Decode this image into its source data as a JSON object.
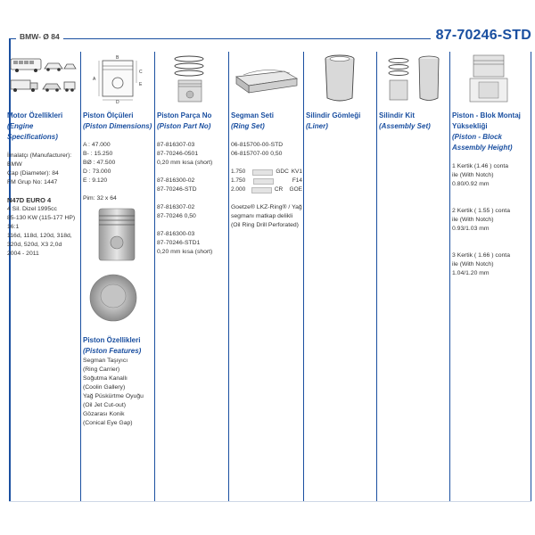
{
  "header": {
    "brand": "BMW- Ø 84",
    "part_number": "87-70246-STD"
  },
  "colors": {
    "accent": "#1a4fa0"
  },
  "engine": {
    "title": "Motor Özellikleri",
    "title_en": "(Engine Specifications)",
    "lines": [
      "İmalatçı (Manufacturer):",
      "BMW",
      "Çap (Diameter): 84",
      "FM Grup No: 1447"
    ],
    "engine_code": "N47D EURO 4",
    "details": [
      "4 Sil. Dizel 1995cc",
      "85-130 KW (115-177 HP)",
      "16:1",
      "116d, 118d, 120d, 318d,",
      "320d, 520d, X3 2,0d",
      "2004 - 2011"
    ]
  },
  "piston_dims": {
    "title": "Piston Ölçüleri",
    "title_en": "(Piston Dimensions)",
    "lines": [
      "A : 47.000",
      "B- : 15.250",
      "BØ : 47.500",
      "D : 73.000",
      "E : 9.120"
    ],
    "pin": "Pim: 32 x 64",
    "features_title": "Piston Özellikleri",
    "features_title_en": "(Piston Features)",
    "features": [
      "Segman Taşıyıcı",
      "(Ring Carrier)",
      "Soğutma Kanallı",
      "(Coolin Gallery)",
      "Yağ Püskürtme Oyuğu",
      "(Oil Jet Cut-out)",
      "Gözarası Konik",
      "(Conical Eye Gap)"
    ],
    "diagram_labels": [
      "A",
      "B",
      "C",
      "D",
      "E"
    ]
  },
  "part_no": {
    "title": "Piston Parça No",
    "title_en": "(Piston Part No)",
    "groups": [
      [
        "87-816307-03",
        "87-70246-0501",
        "0,20 mm kısa (short)"
      ],
      [
        "87-816300-02",
        "87-70246-STD"
      ],
      [
        "87-816307-02",
        "87-70246 0,50"
      ],
      [
        "87-816300-03",
        "87-70246-STD1",
        "0,20 mm kısa (short)"
      ]
    ]
  },
  "ring_set": {
    "title": "Segman Seti",
    "title_en": "(Ring Set)",
    "lines": [
      "06-815700-00-STD",
      "06-815707-00 0,50"
    ],
    "rows": [
      {
        "size": "1.750",
        "type": "GDC",
        "code": "KV1"
      },
      {
        "size": "1.750",
        "type": "",
        "code": "F14"
      },
      {
        "size": "2.000",
        "type": "CR",
        "code": "GOE"
      }
    ],
    "note": [
      "Goetze® LKZ-Ring® / Yağ",
      "segmanı matkap delikli",
      "(Oil Ring Drill Perforated)"
    ]
  },
  "liner": {
    "title": "Silindir Gömleği",
    "title_en": "(Liner)"
  },
  "kit": {
    "title": "Silindir Kit",
    "title_en": "(Assembly Set)"
  },
  "block": {
    "title": "Piston - Blok Montaj",
    "title2": "Yüksekliği",
    "title_en": "(Piston - Block",
    "title_en2": "Assembly Height)",
    "groups": [
      [
        "1 Kertik (1.46 ) conta",
        "ile (With Notch)",
        "0.80/0.92 mm"
      ],
      [
        "2 Kertik ( 1.55 ) conta",
        "ile (With Notch)",
        "0.93/1.03 mm"
      ],
      [
        "3 Kertik ( 1.66 ) conta",
        "ile (With Notch)",
        "1.04/1.20 mm"
      ]
    ]
  }
}
